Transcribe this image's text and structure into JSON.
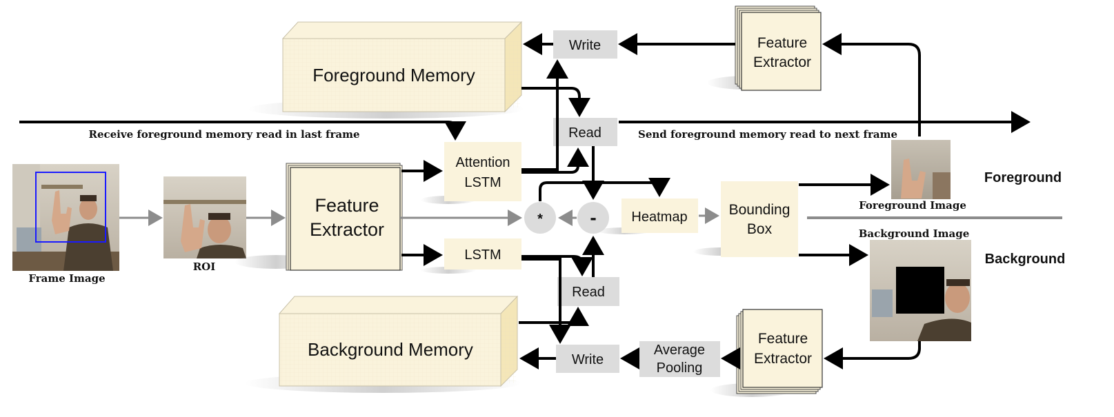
{
  "colors": {
    "cream": "#faf3dc",
    "cream_side": "#f4e6b8",
    "gray_box": "#dcdcdc",
    "arrow_black": "#000000",
    "arrow_gray": "#8c8c8c",
    "roi_box": "#1a1aff"
  },
  "labels": {
    "foreground_memory": "Foreground Memory",
    "background_memory": "Background Memory",
    "write_top": "Write",
    "write_bottom": "Write",
    "read_top": "Read",
    "read_bottom": "Read",
    "feature_extractor_main_1": "Feature",
    "feature_extractor_main_2": "Extractor",
    "feature_extractor_top_1": "Feature",
    "feature_extractor_top_2": "Extractor",
    "feature_extractor_bottom_1": "Feature",
    "feature_extractor_bottom_2": "Extractor",
    "attention_lstm_1": "Attention",
    "attention_lstm_2": "LSTM",
    "lstm": "LSTM",
    "heatmap": "Heatmap",
    "bounding_box_1": "Bounding",
    "bounding_box_2": "Box",
    "average_pooling_1": "Average",
    "average_pooling_2": "Pooling",
    "multiply_symbol": "*",
    "minus_symbol": "-",
    "receive_caption": "Receive foreground memory read in last frame",
    "send_caption": "Send foreground memory read to next frame",
    "frame_image": "Frame Image",
    "roi": "ROI",
    "foreground_image": "Foreground Image",
    "background_image": "Background Image",
    "foreground": "Foreground",
    "background": "Background"
  }
}
